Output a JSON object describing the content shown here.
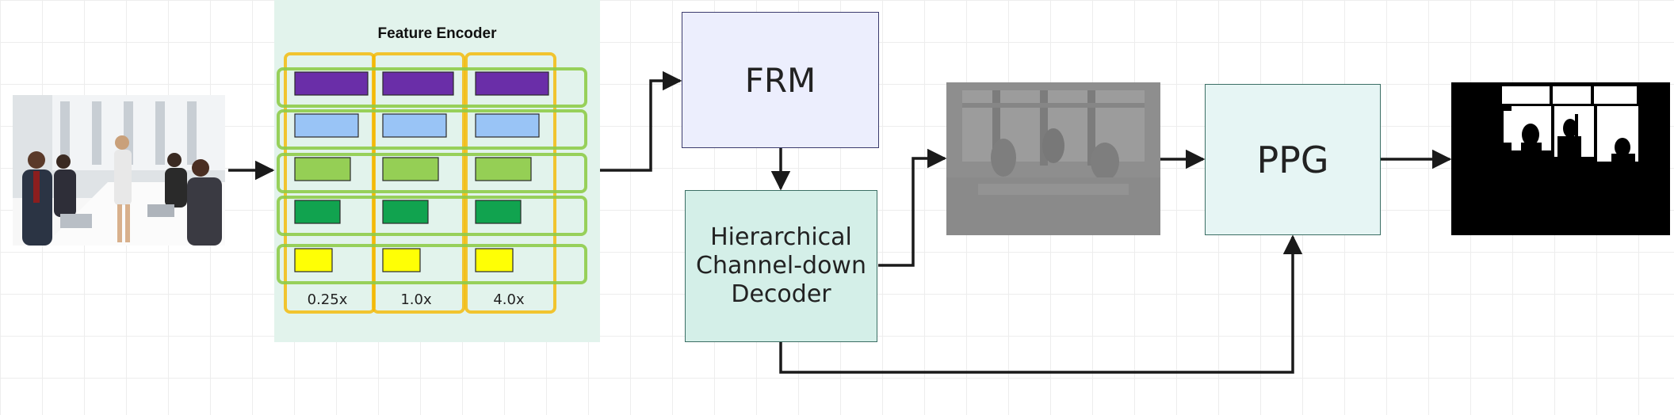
{
  "encoder": {
    "title": "Feature Encoder",
    "scales": [
      "0.25x",
      "1.0x",
      "4.0x"
    ],
    "level_colors": [
      "#6a2ea8",
      "#99c4f6",
      "#95cf55",
      "#11a34f",
      "#ffff05"
    ],
    "row_outline_color": "#8fcc4a",
    "column_outline_color": "#f5b800"
  },
  "blocks": {
    "frm": "FRM",
    "hcd": "Hierarchical\nChannel-down\nDecoder",
    "ppg": "PPG"
  },
  "images": {
    "input": "input-photo",
    "coarse": "coarse-matte",
    "output": "output-mask"
  }
}
